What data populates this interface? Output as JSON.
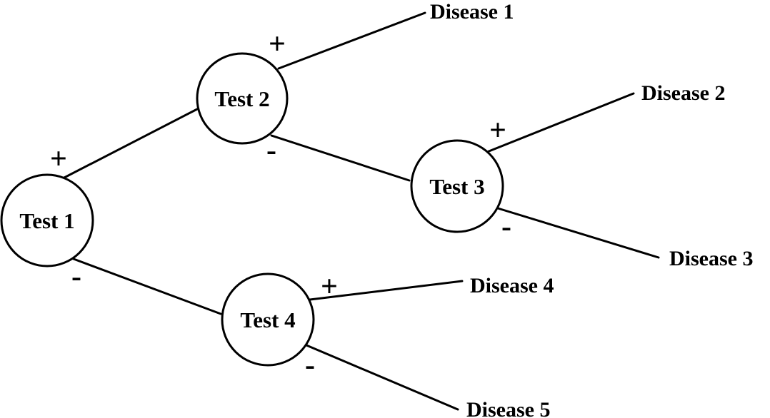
{
  "diagram": {
    "type": "decision-tree",
    "background_color": "#ffffff",
    "stroke_color": "#000000",
    "text_color": "#000000",
    "nodes": [
      {
        "id": "test-1",
        "label": "Test 1"
      },
      {
        "id": "test-2",
        "label": "Test 2"
      },
      {
        "id": "test-3",
        "label": "Test 3"
      },
      {
        "id": "test-4",
        "label": "Test 4"
      }
    ],
    "outcomes": [
      {
        "id": "disease-1",
        "label": "Disease 1"
      },
      {
        "id": "disease-2",
        "label": "Disease 2"
      },
      {
        "id": "disease-3",
        "label": "Disease 3"
      },
      {
        "id": "disease-4",
        "label": "Disease 4"
      },
      {
        "id": "disease-5",
        "label": "Disease 5"
      }
    ],
    "edges": [
      {
        "from": "Test 1",
        "to": "Test 2",
        "sign": "+"
      },
      {
        "from": "Test 1",
        "to": "Test 4",
        "sign": "-"
      },
      {
        "from": "Test 2",
        "to": "Disease 1",
        "sign": "+"
      },
      {
        "from": "Test 2",
        "to": "Test 3",
        "sign": "-"
      },
      {
        "from": "Test 3",
        "to": "Disease 2",
        "sign": "+"
      },
      {
        "from": "Test 3",
        "to": "Disease 3",
        "sign": "-"
      },
      {
        "from": "Test 4",
        "to": "Disease 4",
        "sign": "+"
      },
      {
        "from": "Test 4",
        "to": "Disease 5",
        "sign": "-"
      }
    ]
  }
}
